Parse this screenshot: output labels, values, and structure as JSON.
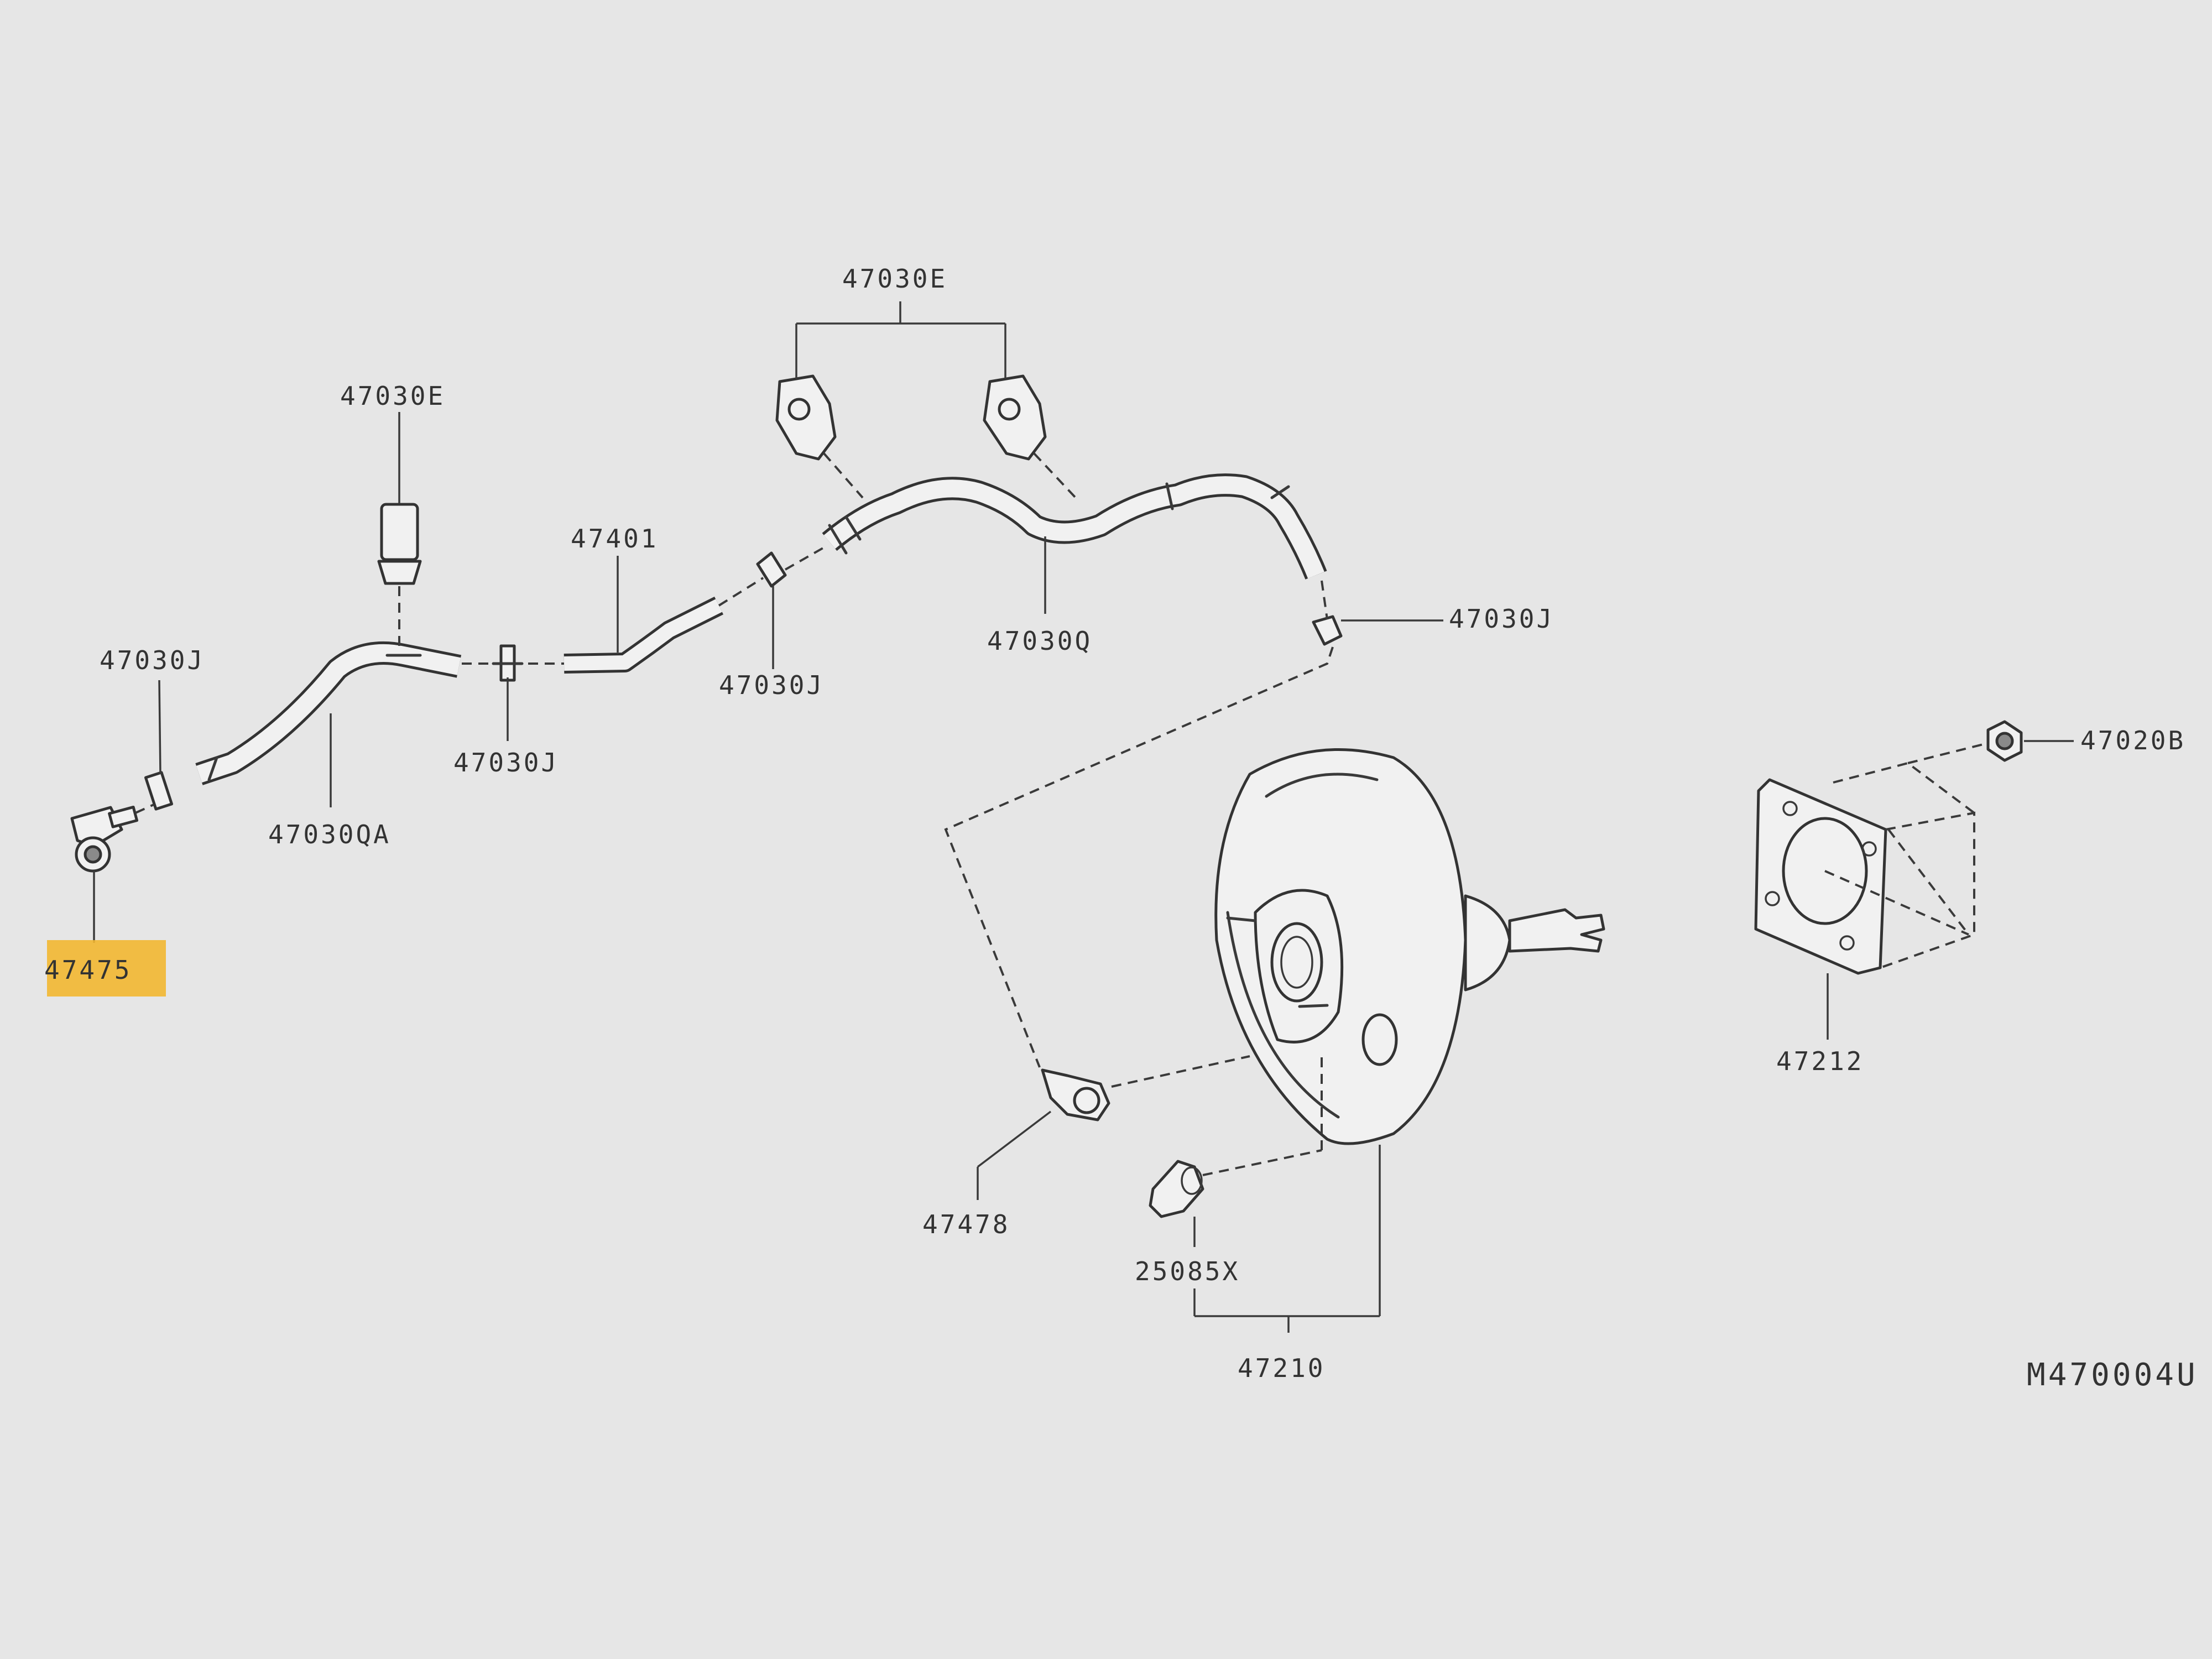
{
  "diagram": {
    "id": "M470004U",
    "colors": {
      "background": "#e6e6e6",
      "line": "#333333",
      "highlight": "#f2b731"
    },
    "labels": {
      "p47030E_top": "47030E",
      "p47030E_left": "47030E",
      "p47401": "47401",
      "p47030J_left": "47030J",
      "p47030J_mid": "47030J",
      "p47030J_pipe": "47030J",
      "p47030J_right": "47030J",
      "p47030QA": "47030QA",
      "p47030Q": "47030Q",
      "p47475": "47475",
      "p47478": "47478",
      "p25085X": "25085X",
      "p47210": "47210",
      "p47212": "47212",
      "p47020B": "47020B"
    },
    "highlighted_part": "47475"
  }
}
